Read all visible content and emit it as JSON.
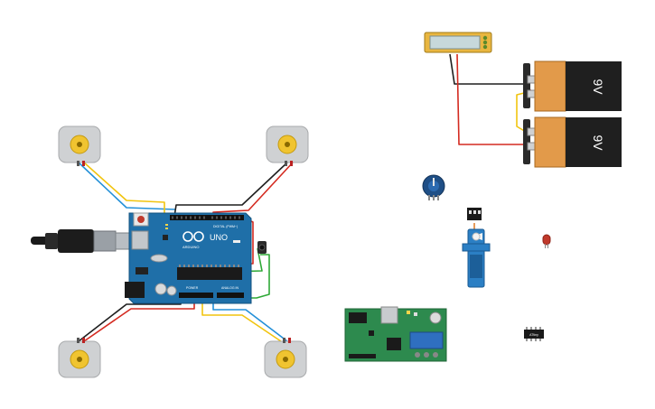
{
  "arduino": {
    "board_name": "UNO",
    "brand": "ARDUINO",
    "digital_header": "DIGITAL (PWM~)",
    "power_header": "POWER",
    "analog_header": "ANALOG IN"
  },
  "batteries": [
    {
      "label": "9V"
    },
    {
      "label": "9V"
    }
  ],
  "chip": {
    "label": "ATtiny"
  },
  "components": {
    "motors": [
      "dc-motor-top-left",
      "dc-motor-top-right",
      "dc-motor-bottom-left",
      "dc-motor-bottom-right"
    ],
    "extras": [
      "potentiometer",
      "micro-servo",
      "red-led",
      "motor-driver-board",
      "lcd-display",
      "usb-cable",
      "ir-sensor"
    ]
  },
  "colors": {
    "wire_red": "#d42a20",
    "wire_black": "#1f1f1f",
    "wire_blue": "#2490d8",
    "wire_yellow": "#f1c40f",
    "wire_green": "#2ea836",
    "board_blue": "#1f6fa8",
    "pcb_green": "#2d8a4e",
    "battery_orange": "#e29a4a"
  }
}
